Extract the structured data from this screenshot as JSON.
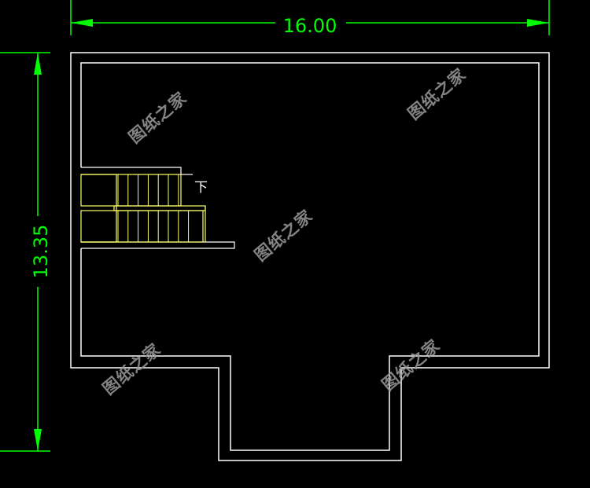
{
  "colors": {
    "background": "#000000",
    "wall": "#ffffff",
    "dimension": "#00ff00",
    "stair": "#ffff66",
    "watermark": "#9a9a9a"
  },
  "dimensions": {
    "width_label": "16.00",
    "height_label": "13.35"
  },
  "stair": {
    "direction_label": "下"
  },
  "watermark": {
    "text": "图纸之家"
  }
}
